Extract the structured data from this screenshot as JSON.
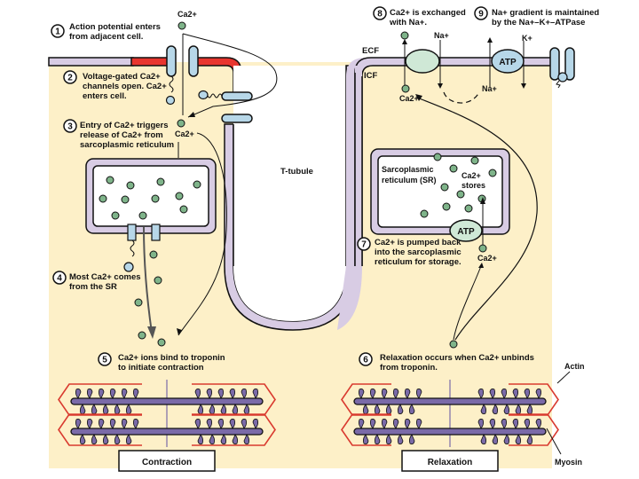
{
  "title": "Excitation-contraction coupling and relaxation in cardiac muscle",
  "colors": {
    "cytoplasm": "#fdf0c8",
    "membrane": "#d8cce4",
    "depolarized_membrane": "#e8352e",
    "channel": "#b7d7e8",
    "calcium_ion": "#7fb48a",
    "exchanger": "#cfe8d6",
    "myosin": "#7a6aa8",
    "actin": "#d93a2f",
    "outline": "#111111"
  },
  "region_labels": {
    "ecf": "ECF",
    "icf": "ICF",
    "t_tubule": "T-tubule",
    "sr": [
      "Sarcoplasmic",
      "reticulum (SR)"
    ],
    "ca_stores": [
      "Ca2+",
      "stores"
    ],
    "atp_pump": "ATP",
    "atp_nak": "ATP"
  },
  "ion_labels": {
    "ca_top": "Ca2+",
    "ca_step3": "Ca2+",
    "ca_exchanger_icf": "Ca2+",
    "na_ecf": "Na+",
    "na_icf": "Na+",
    "k_ecf": "K+",
    "ca_pump": "Ca2+"
  },
  "steps": [
    {
      "num": "1",
      "lines": [
        "Action potential enters",
        "from adjacent cell."
      ]
    },
    {
      "num": "2",
      "lines": [
        "Voltage-gated Ca2+",
        "channels open. Ca2+",
        "enters cell."
      ]
    },
    {
      "num": "3",
      "lines": [
        "Entry of Ca2+ triggers",
        "release of Ca2+ from",
        "sarcoplasmic reticulum"
      ]
    },
    {
      "num": "4",
      "lines": [
        "Most Ca2+ comes",
        "from the SR"
      ]
    },
    {
      "num": "5",
      "lines": [
        "Ca2+ ions bind to troponin",
        "to initiate contraction"
      ]
    },
    {
      "num": "6",
      "lines": [
        "Relaxation occurs when Ca2+ unbinds",
        "from troponin."
      ]
    },
    {
      "num": "7",
      "lines": [
        "Ca2+ is pumped back",
        "into the sarcoplasmic",
        "reticulum for storage."
      ]
    },
    {
      "num": "8",
      "lines": [
        "Ca2+ is exchanged",
        "with Na+."
      ]
    },
    {
      "num": "9",
      "lines": [
        "Na+ gradient is maintained",
        "by the Na+–K+–ATPase"
      ]
    }
  ],
  "sarcomere_labels": {
    "contraction": "Contraction",
    "relaxation": "Relaxation",
    "actin": "Actin",
    "myosin": "Myosin"
  }
}
